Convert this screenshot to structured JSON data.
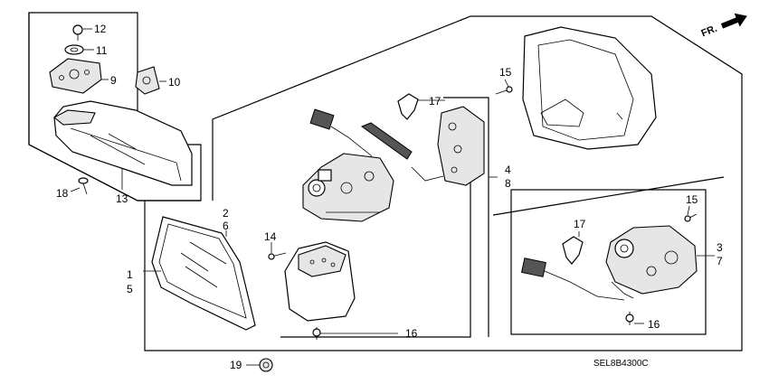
{
  "diagram": {
    "direction_label": "FR.",
    "code": "SEL8B4300C",
    "callouts": {
      "c1": "1",
      "c5": "5",
      "c2": "2",
      "c6": "6",
      "c3": "3",
      "c7": "7",
      "c4": "4",
      "c8": "8",
      "c9": "9",
      "c10": "10",
      "c11": "11",
      "c12": "12",
      "c13": "13",
      "c14": "14",
      "c15a": "15",
      "c15b": "15",
      "c16a": "16",
      "c16b": "16",
      "c17a": "17",
      "c17b": "17",
      "c18": "18",
      "c19": "19"
    }
  }
}
